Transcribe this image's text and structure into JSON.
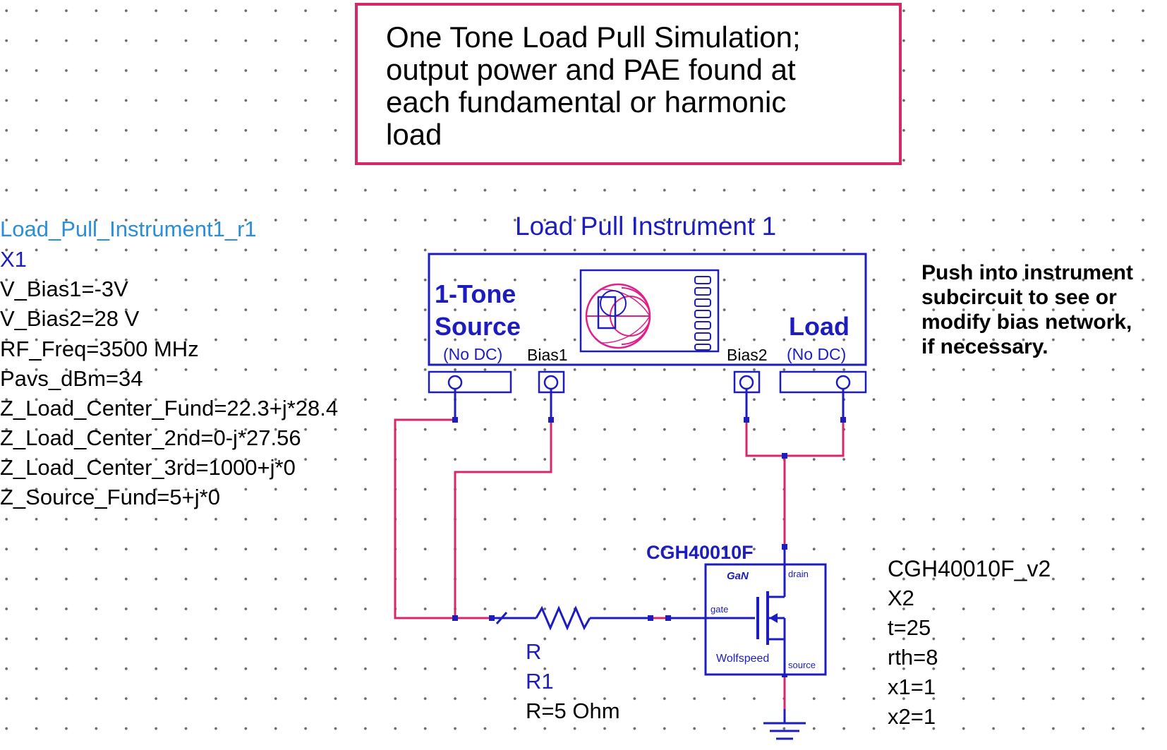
{
  "note": {
    "lines": [
      "One Tone Load Pull Simulation;",
      "output power and PAE found at",
      "each fundamental or harmonic",
      "load"
    ]
  },
  "instrument": {
    "title": "Load Pull Instrument 1",
    "source_label_1": "1-Tone",
    "source_label_2": "Source",
    "source_nodc": "(No DC)",
    "bias1": "Bias1",
    "bias2": "Bias2",
    "load_label": "Load",
    "load_nodc": "(No DC)"
  },
  "instrument_params": {
    "name": "Load_Pull_Instrument1_r1",
    "id": "X1",
    "lines": [
      "V_Bias1=-3V",
      "V_Bias2=28 V",
      "RF_Freq=3500 MHz",
      "Pavs_dBm=34",
      "Z_Load_Center_Fund=22.3+j*28.4",
      "Z_Load_Center_2nd=0-j*27.56",
      "Z_Load_Center_3rd=1000+j*0",
      "Z_Source_Fund=5+j*0"
    ]
  },
  "push_note": {
    "lines": [
      "Push into instrument",
      "subcircuit to see or",
      "modify bias network,",
      "if necessary."
    ]
  },
  "resistor": {
    "type": "R",
    "id": "R1",
    "value": "R=5 Ohm"
  },
  "transistor": {
    "part": "CGH40010F",
    "material": "GaN",
    "gate": "gate",
    "drain": "drain",
    "source": "source",
    "brand": "Wolfspeed",
    "model": "CGH40010F_v2",
    "id": "X2",
    "params": [
      "t=25",
      "rth=8",
      "x1=1",
      "x2=1"
    ]
  },
  "colors": {
    "wire_red": "#d6276a",
    "wire_blue": "#1d1dbf",
    "label_cyan": "#2a8fd6",
    "smith_magenta": "#e0208a"
  }
}
